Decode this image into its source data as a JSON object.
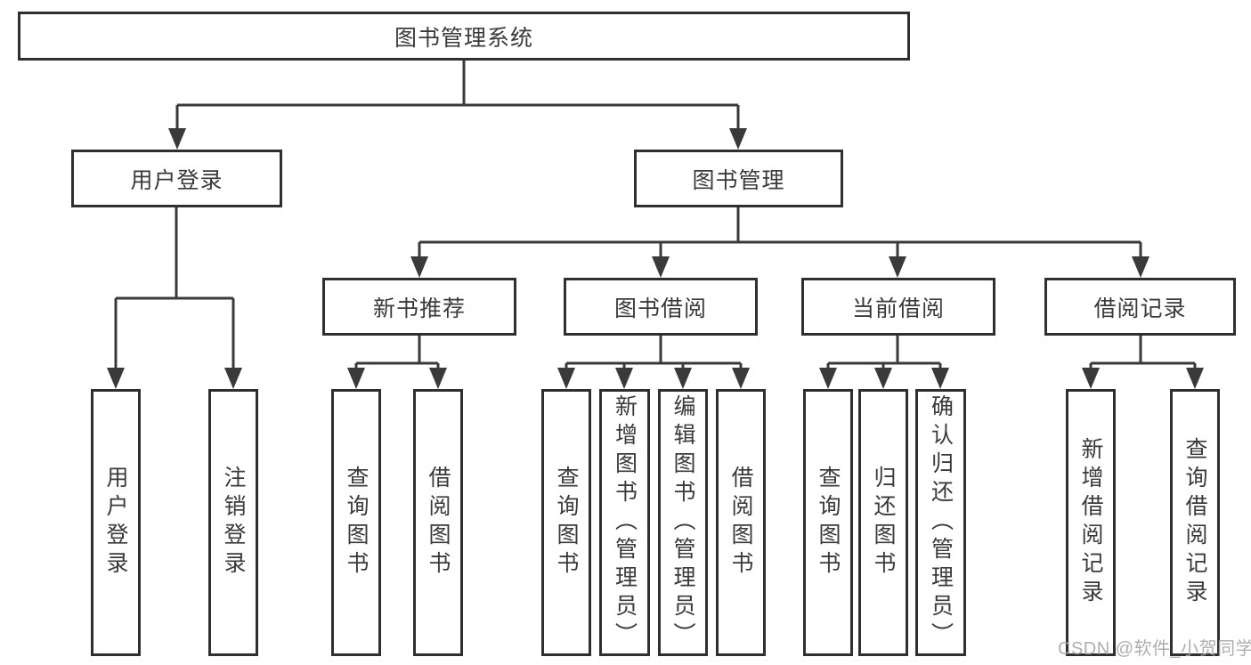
{
  "tree": {
    "label": "图书管理系统",
    "children": [
      {
        "label": "用户登录",
        "children": [
          {
            "label": "用户登录"
          },
          {
            "label": "注销登录"
          }
        ]
      },
      {
        "label": "图书管理",
        "children": [
          {
            "label": "新书推荐",
            "children": [
              {
                "label": "查询图书"
              },
              {
                "label": "借阅图书"
              }
            ]
          },
          {
            "label": "图书借阅",
            "children": [
              {
                "label": "查询图书"
              },
              {
                "label": "新增图书（管理员）"
              },
              {
                "label": "编辑图书（管理员）"
              },
              {
                "label": "借阅图书"
              }
            ]
          },
          {
            "label": "当前借阅",
            "children": [
              {
                "label": "查询图书"
              },
              {
                "label": "归还图书"
              },
              {
                "label": "确认归还（管理员）"
              }
            ]
          },
          {
            "label": "借阅记录",
            "children": [
              {
                "label": "新增借阅记录"
              },
              {
                "label": "查询借阅记录"
              }
            ]
          }
        ]
      }
    ]
  },
  "watermark": {
    "text": "CSDN @软件_小贺同学"
  },
  "colors": {
    "line": "#3a3a3a",
    "border": "#2f2f2f",
    "text": "#3a3a3a",
    "watermark_gray": "#a5a5a5",
    "background": "#ffffff"
  }
}
